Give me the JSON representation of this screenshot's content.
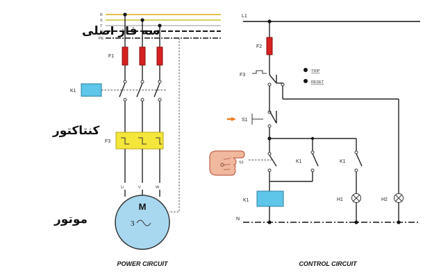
{
  "farsi": {
    "three_phase": "سه فاز اصلی",
    "contactor": "کنتاکتور",
    "motor": "موتور"
  },
  "power": {
    "bus_labels": [
      "R",
      "S",
      "T",
      "N",
      "PE"
    ],
    "fuse_label": "F1",
    "contactor_label": "K1",
    "overload_label": "F3",
    "terminal_labels": [
      "U",
      "V",
      "W"
    ],
    "motor_letter": "M",
    "motor_phase": "3",
    "caption": "POWER CIRCUIT"
  },
  "control": {
    "line_label": "L1",
    "neutral_label": "N",
    "fuse_label": "F2",
    "overload_label": "F3",
    "trip_label": "TRIP",
    "reset_label": "RESET",
    "stop_label": "S1",
    "start_label": "S2",
    "aux1_label": "K1",
    "aux2_label": "K1",
    "coil_label": "K1",
    "lamp1_label": "H1",
    "lamp2_label": "H2",
    "caption": "CONTROL CIRCUIT"
  },
  "colors": {
    "bus_R": "#e2c14a",
    "bus_S": "#d8d060",
    "bus_T": "#c9c9c9",
    "fuse": "#d62020",
    "coil": "#5ec6e8",
    "overload": "#f4e63a",
    "motor": "#a8d8f0",
    "arrow": "#f07a1a"
  }
}
